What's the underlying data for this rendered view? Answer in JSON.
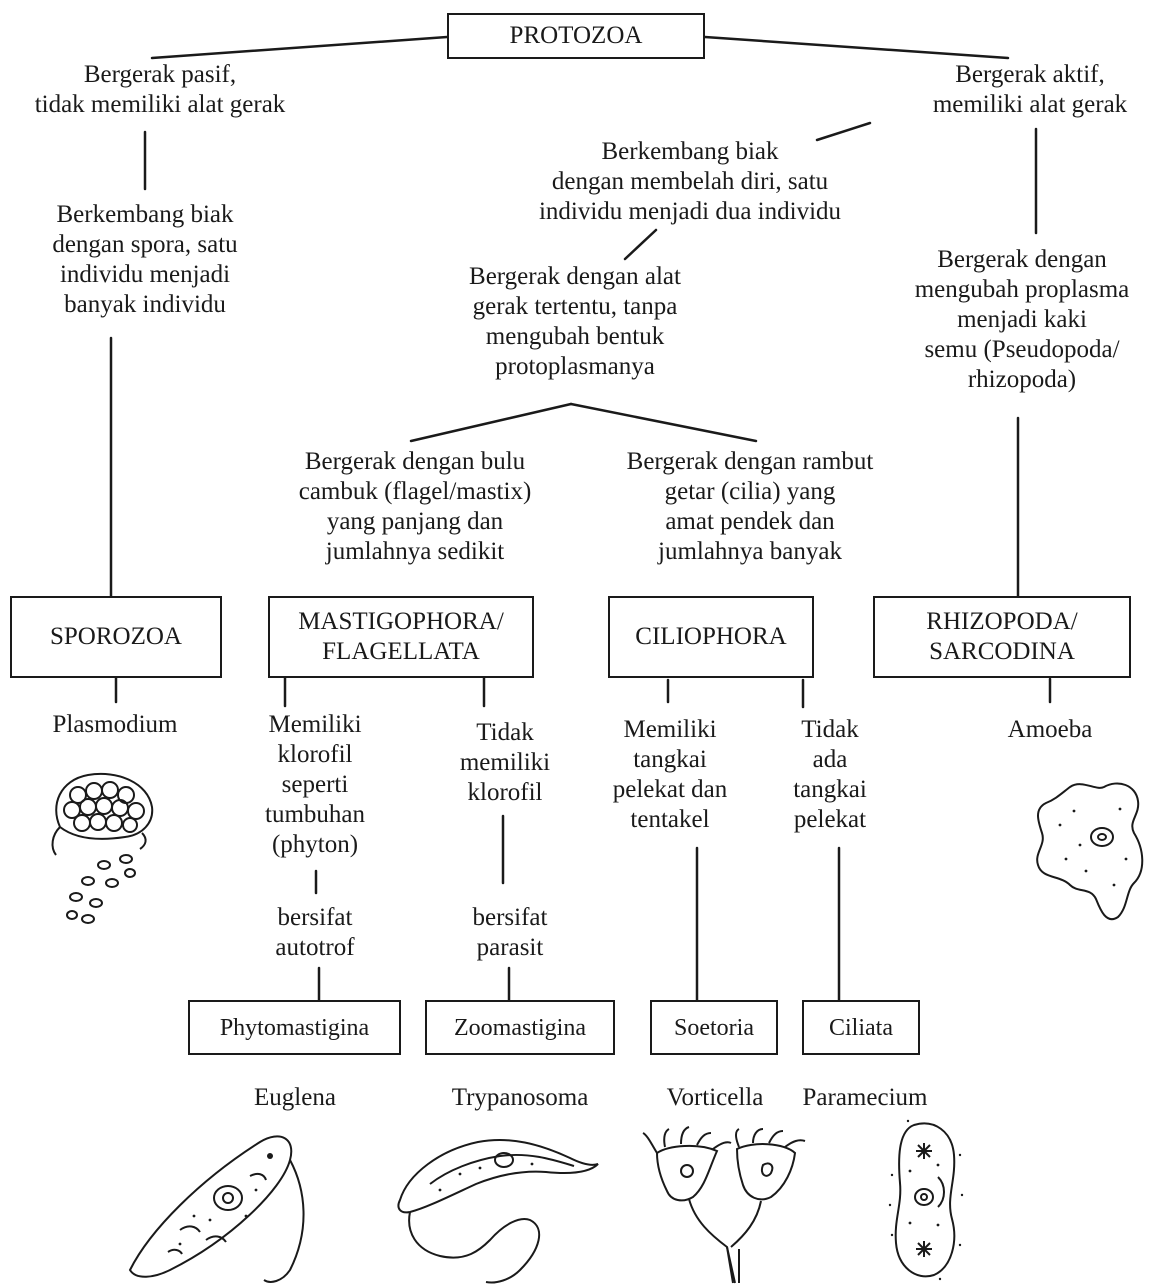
{
  "root": {
    "label": "PROTOZOA"
  },
  "branches": {
    "passive": "Bergerak pasif,\ntidak memiliki alat gerak",
    "active": "Bergerak aktif,\nmemiliki alat gerak"
  },
  "reproduction": {
    "spores": "Berkembang biak\ndengan spora, satu\nindividu menjadi\nbanyak individu",
    "fission": "Berkembang biak\ndengan membelah diri, satu\nindividu menjadi dua individu"
  },
  "movement": {
    "organelles": "Bergerak dengan alat\ngerak tertentu, tanpa\nmengubah bentuk\nprotoplasmanya",
    "pseudopod": "Bergerak dengan\nmengubah proplasma\nmenjadi kaki\nsemu (Pseudopoda/\nrhizopoda)",
    "flagella": "Bergerak dengan bulu\ncambuk (flagel/mastix)\nyang panjang dan\njumlahnya sedikit",
    "cilia": "Bergerak dengan rambut\ngetar (cilia) yang\namat pendek dan\njumlahnya banyak"
  },
  "classes": {
    "sporozoa": "SPOROZOA",
    "mastigophora": "MASTIGOPHORA/\nFLAGELLATA",
    "ciliophora": "CILIOPHORA",
    "rhizopoda": "RHIZOPODA/\nSARCODINA"
  },
  "traits": {
    "has_chlorophyll": "Memiliki\nklorofil\nseperti\ntumbuhan\n(phyton)",
    "no_chlorophyll": "Tidak\nmemiliki\nklorofil",
    "autotroph": "bersifat\nautotrof",
    "parasite": "bersifat\nparasit",
    "has_stalk": "Memiliki\ntangkai\npelekat dan\ntentakel",
    "no_stalk": "Tidak\nada\ntangkai\npelekat"
  },
  "subclasses": {
    "phytomastigina": "Phytomastigina",
    "zoomastigina": "Zoomastigina",
    "soetoria": "Soetoria",
    "ciliata": "Ciliata"
  },
  "examples": {
    "plasmodium": "Plasmodium",
    "amoeba": "Amoeba",
    "euglena": "Euglena",
    "trypanosoma": "Trypanosoma",
    "vorticella": "Vorticella",
    "paramecium": "Paramecium"
  },
  "illustrations": {
    "plasmodium": "plasmodium-illustration",
    "amoeba": "amoeba-illustration",
    "euglena": "euglena-illustration",
    "trypanosoma": "trypanosoma-illustration",
    "vorticella": "vorticella-illustration",
    "paramecium": "paramecium-illustration"
  }
}
